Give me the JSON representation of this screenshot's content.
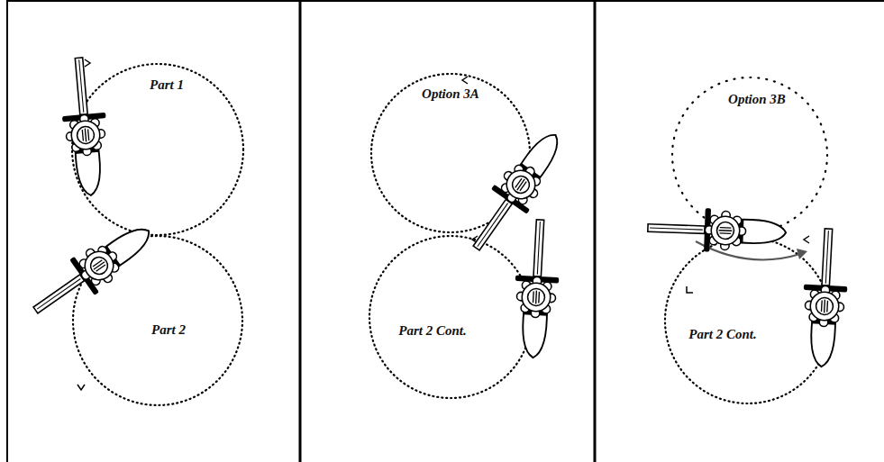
{
  "diagram": {
    "nodes": [
      {
        "text": [
          "Part 1"
        ]
      },
      {
        "text": [
          "Part 2"
        ]
      },
      {
        "text": [
          "Option 3A"
        ]
      },
      {
        "text": [
          "Part 2 Cont."
        ]
      },
      {
        "text": [
          "Option 3B"
        ]
      },
      {
        "text": [
          "Part 2 Cont."
        ]
      }
    ]
  }
}
